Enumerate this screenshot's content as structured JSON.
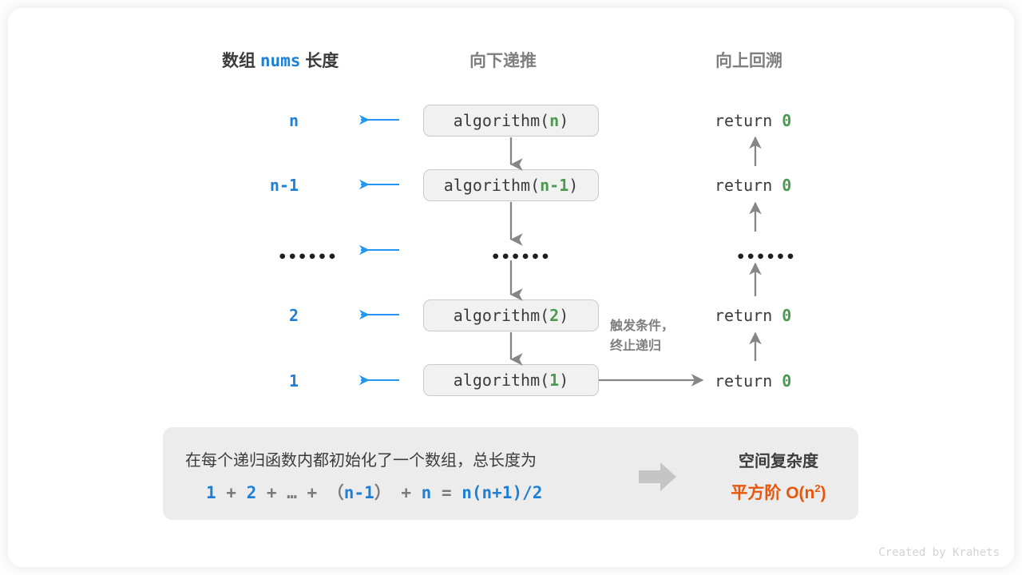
{
  "figure": {
    "title_columns": {
      "left_prefix": "数组",
      "left_code": "nums",
      "left_suffix": "长度",
      "middle": "向下递推",
      "right": "向上回溯"
    },
    "rows": [
      {
        "length": "n",
        "call_prefix": "algorithm(",
        "call_arg": "n",
        "call_suffix": ")",
        "return_text": "return",
        "return_value": "0"
      },
      {
        "length": "n-1",
        "call_prefix": "algorithm(",
        "call_arg": "n-1",
        "call_suffix": ")",
        "return_text": "return",
        "return_value": "0"
      },
      {
        "length": "••••••",
        "call_prefix": "••••••",
        "call_arg": "",
        "call_suffix": "",
        "return_text": "••••••",
        "return_value": ""
      },
      {
        "length": "2",
        "call_prefix": "algorithm(",
        "call_arg": "2",
        "call_suffix": ")",
        "return_text": "return",
        "return_value": "0"
      },
      {
        "length": "1",
        "call_prefix": "algorithm(",
        "call_arg": "1",
        "call_suffix": ")",
        "return_text": "return",
        "return_value": "0"
      }
    ],
    "trigger_note_line1": "触发条件，",
    "trigger_note_line2": "终止递归",
    "summary": {
      "text": "在每个递归函数内都初始化了一个数组，总长度为",
      "formula_parts": [
        "1",
        " + ",
        "2",
        " + ",
        "…",
        " + （",
        "n-1",
        "） + ",
        "n",
        " = ",
        "n(n+1)/2"
      ],
      "formula_plain": "1 + 2 + … + （n-1） + n = n(n+1)/2",
      "complexity_title": "空间复杂度",
      "complexity_value_prefix": "平方阶  O(n",
      "complexity_value_exp": "2",
      "complexity_value_suffix": ")"
    },
    "footer": "Created by Krahets",
    "colors": {
      "blue": "#1f7fd4",
      "green": "#4c9a51",
      "orange": "#e8560c",
      "gray": "#7f7f7f",
      "dark": "#3b3b3b",
      "box_fill": "#f1f1f1",
      "box_border": "#c9c9c9",
      "panel_fill": "#ececec"
    }
  }
}
